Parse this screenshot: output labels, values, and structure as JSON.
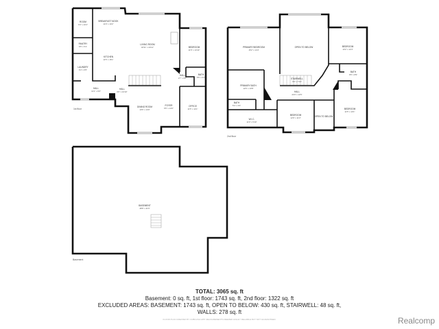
{
  "floors": {
    "first": {
      "label": "1st floor",
      "rooms": [
        {
          "name": "ROOM",
          "dim": "6'4\" x 10'2\""
        },
        {
          "name": "BREAKFAST NOOK",
          "dim": "11'9\" x 10'2\""
        },
        {
          "name": "PANTRY",
          "dim": "6'5\" x 5'1\""
        },
        {
          "name": "KITCHEN",
          "dim": "11'5\" x 15'1\""
        },
        {
          "name": "LAUNDRY",
          "dim": "6'4\" x 6'5\""
        },
        {
          "name": "LIVING ROOM",
          "dim": "18'11\" x 24'11\""
        },
        {
          "name": "BEDROOM",
          "dim": "11'5\" x 13'10\""
        },
        {
          "name": "BATH",
          "dim": "6'5\" x 6'1\""
        },
        {
          "name": "HALL",
          "dim": "2'7\" x 6'0\""
        },
        {
          "name": "HALL",
          "dim": "12'1\" x 6'0\""
        },
        {
          "name": "HALL",
          "dim": "6'6\" x 10'10\""
        },
        {
          "name": "DINING ROOM",
          "dim": "10'6\" x 14'0\""
        },
        {
          "name": "FOYER",
          "dim": "6'5\" x 14'6\""
        },
        {
          "name": "OFFICE",
          "dim": "11'5\" x 14'1\""
        }
      ]
    },
    "second": {
      "label": "2nd floor",
      "rooms": [
        {
          "name": "PRIMARY BEDROOM",
          "dim": "15'2\" x 14'4\""
        },
        {
          "name": "OPEN TO BELOW",
          "dim": ""
        },
        {
          "name": "BEDROOM",
          "dim": "13'2\" x 12'4\""
        },
        {
          "name": "BATH",
          "dim": "9'6\" x 8'9\""
        },
        {
          "name": "STAIRWELL",
          "dim": "3'3\" x 7'10\""
        },
        {
          "name": "PRIMARY BATH",
          "dim": "12'6\" x 13'8\""
        },
        {
          "name": "HALL",
          "dim": "24'9\" x 12'6\""
        },
        {
          "name": "BATH",
          "dim": "5'4\" x 3'3\""
        },
        {
          "name": "W.I.C.",
          "dim": "11'0\" x 5'10\""
        },
        {
          "name": "BEDROOM",
          "dim": "12'9\" x 11'3\""
        },
        {
          "name": "OPEN TO BELOW",
          "dim": ""
        },
        {
          "name": "BEDROOM",
          "dim": "11'5\" x 13'1\""
        }
      ]
    },
    "basement": {
      "label": "Basement",
      "rooms": [
        {
          "name": "BASEMENT",
          "dim": "48'8\" x 41'6\""
        }
      ]
    }
  },
  "summary": {
    "total": "TOTAL: 3065 sq. ft",
    "line2": "Basement: 0 sq. ft, 1st floor: 1743 sq. ft, 2nd floor: 1322 sq. ft",
    "line3": "EXCLUDED AREAS: BASEMENT: 1743 sq. ft, OPEN TO BELOW: 430 sq. ft, STAIRWELL: 48 sq. ft,",
    "line4": "WALLS: 278 sq. ft"
  },
  "disclaimer": "FLOOR PLAN CREATED BY CUBICASA APP. MEASUREMENTS DEEMED HIGHLY RELIABLE BUT NOT GUARANTEED.",
  "brand": "Realcomp"
}
